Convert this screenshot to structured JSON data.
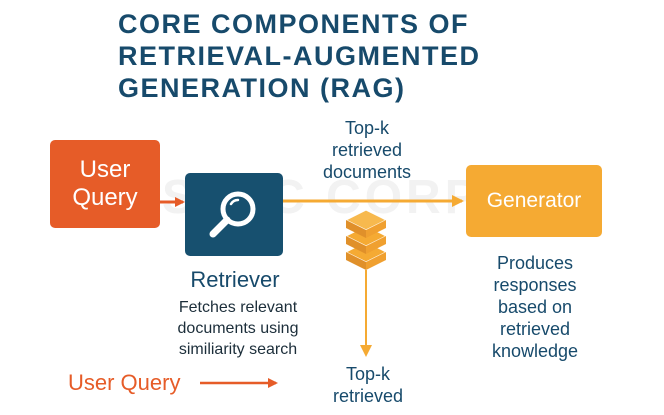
{
  "title": {
    "line1": "CORE COMPONENTS OF",
    "line2": "RETRIEVAL-AUGMENTED",
    "line3": "GENERATION (RAG)"
  },
  "watermark": "SPEC CORP",
  "nodes": {
    "user_query": {
      "line1": "User",
      "line2": "Query"
    },
    "retriever": {
      "label": "Retriever",
      "icon": "magnifier-icon"
    },
    "generator": {
      "label": "Generator"
    },
    "database": {
      "icon": "stacked-layers-icon"
    }
  },
  "descriptions": {
    "retriever": {
      "line1": "Fetches relevant",
      "line2": "documents using",
      "line3": "similiarity search"
    },
    "generator": {
      "line1": "Produces",
      "line2": "responses",
      "line3": "based on",
      "line4": "retrieved",
      "line5": "knowledge"
    }
  },
  "edge_labels": {
    "top": {
      "line1": "Top-k",
      "line2": "retrieved",
      "line3": "documents"
    },
    "bottom": {
      "line1": "Top-k",
      "line2": "retrieved"
    }
  },
  "legend": {
    "text": "User Query"
  },
  "colors": {
    "title": "#174a6b",
    "user_query": "#e65c28",
    "retriever": "#17506f",
    "generator": "#f5aa33",
    "layers": "#f5aa33",
    "arrow_orange": "#e65c28",
    "arrow_amber": "#f5aa33"
  }
}
